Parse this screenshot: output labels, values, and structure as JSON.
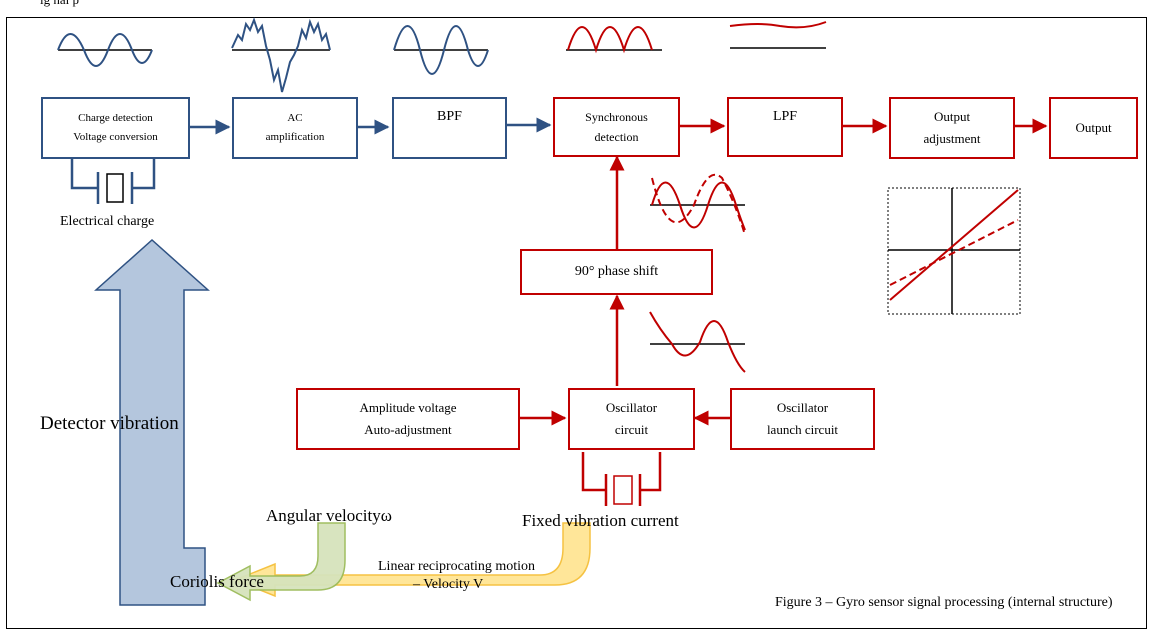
{
  "header_clip": "ig     nal     p",
  "blocks": {
    "charge_detection": [
      "Charge detection",
      "Voltage conversion"
    ],
    "ac_amplification": [
      "AC",
      "amplification"
    ],
    "bpf": "BPF",
    "synchronous_detection": [
      "Synchronous",
      "detection"
    ],
    "lpf": "LPF",
    "output_adjustment": [
      "Output",
      "adjustment"
    ],
    "output": "Output",
    "phase_shift": "90°  phase shift",
    "amplitude_voltage": [
      "Amplitude voltage",
      "Auto-adjustment"
    ],
    "oscillator_circuit": [
      "Oscillator",
      "circuit"
    ],
    "oscillator_launch": [
      "Oscillator",
      "launch circuit"
    ]
  },
  "labels": {
    "electrical_charge": "Electrical charge",
    "detector_vibration": "Detector vibration",
    "angular_velocity": "Angular velocityω",
    "fixed_vibration_current": "Fixed vibration current",
    "coriolis_force": "Coriolis force",
    "linear_motion": "Linear reciprocating motion",
    "velocity": "– Velocity V",
    "figure_caption": "Figure 3 – Gyro sensor signal processing (internal structure)"
  },
  "colors": {
    "blue_path": "#2F5283",
    "red_path": "#C00000",
    "detector_arrow_fill": "#B4C6DD",
    "angular_arrow_fill": "#D6E3BC",
    "angular_arrow_stroke": "#9BBB59",
    "linear_arrow_fill": "#FFE699",
    "linear_arrow_stroke": "#F5C242"
  }
}
